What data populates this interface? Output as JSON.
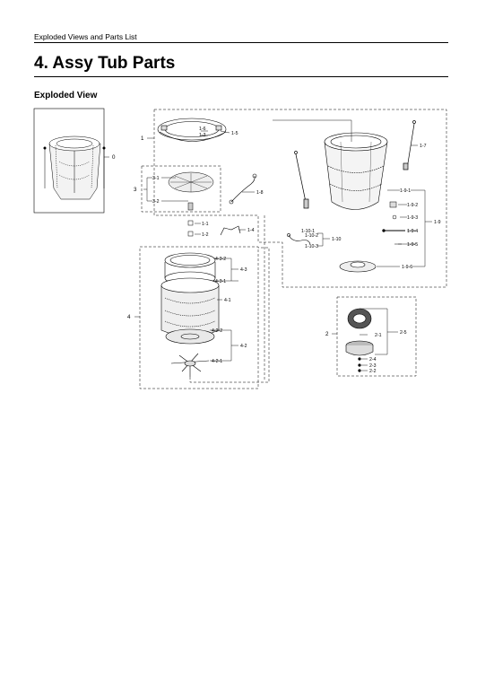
{
  "header": {
    "text": "Exploded Views and Parts List"
  },
  "section": {
    "title": "4.  Assy Tub Parts"
  },
  "subsection": {
    "title": "Exploded View"
  },
  "callouts": {
    "c0": "0",
    "c1": "1",
    "c1_6": "1-6",
    "c1_3": "1-3",
    "c1_5": "1-5",
    "c3": "3",
    "c3_1": "3-1",
    "c3_2": "3-2",
    "c1_8": "1-8",
    "c1_1": "1-1",
    "c1_2": "1-2",
    "c1_4": "1-4",
    "c4": "4",
    "c4_3_2": "4-3-2",
    "c4_3": "4-3",
    "c4_3_1": "4-3-1",
    "c4_1": "4-1",
    "c4_2_2": "4-2-2",
    "c4_2": "4-2",
    "c4_2_1": "4-2-1",
    "c1_7": "1-7",
    "c1_9_1": "1-9-1",
    "c1_9_2": "1-9-2",
    "c1_9_3": "1-9-3",
    "c1_9_4": "1-9-4",
    "c1_9_5": "1-9-5",
    "c1_9": "1-9",
    "c1_9_6": "1-9-6",
    "c1_10_1": "1-10-1",
    "c1_10_2": "1-10-2",
    "c1_10": "1-10",
    "c1_10_3": "1-10-3",
    "c2": "2",
    "c2_1": "2-1",
    "c2_5": "2-5",
    "c2_4": "2-4",
    "c2_3": "2-3",
    "c2_2": "2-2"
  }
}
